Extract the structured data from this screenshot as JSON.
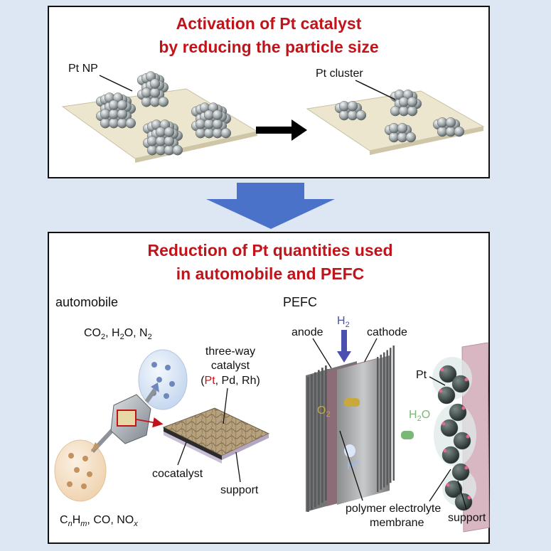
{
  "top_panel": {
    "title_line1": "Activation of Pt catalyst",
    "title_line2": "by reducing the particle size",
    "label_np": "Pt NP",
    "label_cluster": "Pt cluster"
  },
  "bottom_panel": {
    "title_line1": "Reduction of Pt quantities used",
    "title_line2": "in automobile and PEFC",
    "automobile": {
      "heading": "automobile",
      "outlet_gases": {
        "a": "CO",
        "b": "2",
        "c": ", H",
        "d": "2",
        "e": "O, N",
        "f": "2"
      },
      "inlet_gases": {
        "a": "C",
        "b": "n",
        "c": "H",
        "d": "m",
        "e": ", CO, NO",
        "f": "x"
      },
      "catalyst_line1": "three-way",
      "catalyst_line2": "catalyst",
      "catalyst_line3": {
        "open": "(",
        "pt": "Pt",
        "rest": ", Pd, Rh)"
      },
      "cocatalyst": "cocatalyst",
      "support": "support"
    },
    "pefc": {
      "heading": "PEFC",
      "h2": {
        "a": "H",
        "b": "2"
      },
      "anode": "anode",
      "cathode": "cathode",
      "o2": {
        "a": "O",
        "b": "2"
      },
      "h2o": {
        "a": "H",
        "b": "2",
        "c": "O"
      },
      "hplus": {
        "a": "H",
        "b": "+"
      },
      "pt": "Pt",
      "membrane_line1": "polymer electrolyte",
      "membrane_line2": "membrane",
      "support": "support"
    }
  },
  "colors": {
    "background": "#dde7f3",
    "title_red": "#c0141a",
    "big_arrow": "#4a72c8",
    "h2_arrow": "#4b4fae",
    "o2_label": "#c9a83c",
    "h2o_label": "#7ab878",
    "hplus_label": "#9bbbe6"
  }
}
